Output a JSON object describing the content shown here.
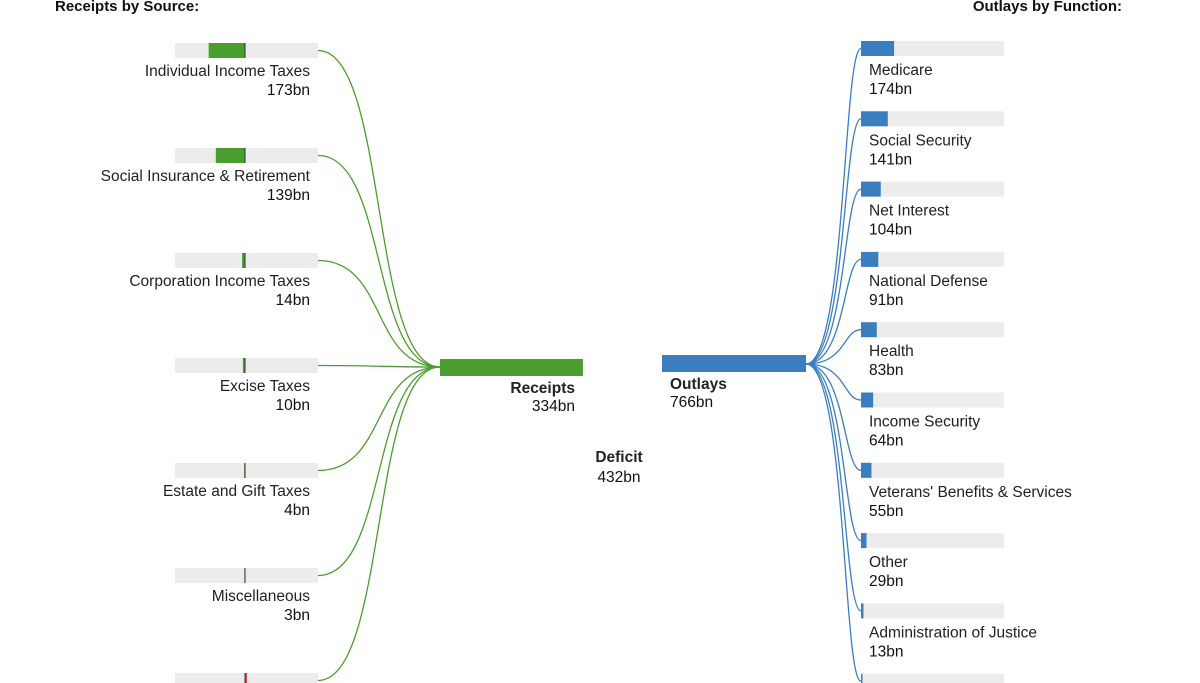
{
  "chart_data": {
    "type": "bar",
    "receipts_heading": "Receipts by Source:",
    "outlays_heading": "Outlays by Function:",
    "receipts_total": {
      "label": "Receipts",
      "value_text": "334bn",
      "value": 334
    },
    "outlays_total": {
      "label": "Outlays",
      "value_text": "766bn",
      "value": 766
    },
    "deficit": {
      "label": "Deficit",
      "value_text": "432bn",
      "value": 432
    },
    "receipts": [
      {
        "name": "Individual Income Taxes",
        "value": 173,
        "value_text": "173bn"
      },
      {
        "name": "Social Insurance & Retirement",
        "value": 139,
        "value_text": "139bn"
      },
      {
        "name": "Corporation Income Taxes",
        "value": 14,
        "value_text": "14bn"
      },
      {
        "name": "Excise Taxes",
        "value": 10,
        "value_text": "10bn"
      },
      {
        "name": "Estate and Gift Taxes",
        "value": 4,
        "value_text": "4bn"
      },
      {
        "name": "Miscellaneous",
        "value": 3,
        "value_text": "3bn"
      },
      {
        "name": "",
        "value": -9,
        "value_text": ""
      }
    ],
    "outlays": [
      {
        "name": "Medicare",
        "value": 174,
        "value_text": "174bn"
      },
      {
        "name": "Social Security",
        "value": 141,
        "value_text": "141bn"
      },
      {
        "name": "Net Interest",
        "value": 104,
        "value_text": "104bn"
      },
      {
        "name": "National Defense",
        "value": 91,
        "value_text": "91bn"
      },
      {
        "name": "Health",
        "value": 83,
        "value_text": "83bn"
      },
      {
        "name": "Income Security",
        "value": 64,
        "value_text": "64bn"
      },
      {
        "name": "Veterans' Benefits & Services",
        "value": 55,
        "value_text": "55bn"
      },
      {
        "name": "Other",
        "value": 29,
        "value_text": "29bn"
      },
      {
        "name": "Administration of Justice",
        "value": 13,
        "value_text": "13bn"
      },
      {
        "name": "",
        "value": 5,
        "value_text": ""
      }
    ],
    "colors": {
      "receipts": "#4a9e2f",
      "outlays": "#3a7ebf",
      "deficit": "#e8312a",
      "negative": "#e8312a",
      "track": "#ececec",
      "zero_line": "#333333"
    }
  }
}
